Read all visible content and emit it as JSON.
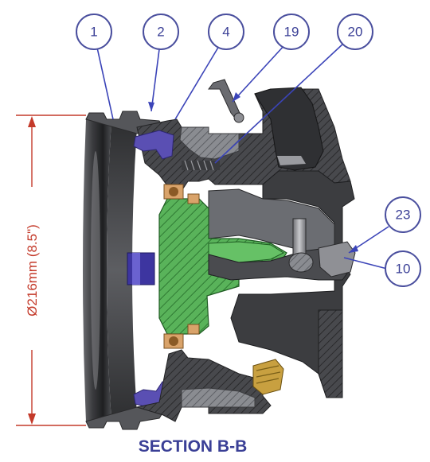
{
  "callouts": [
    {
      "label": "1"
    },
    {
      "label": "2"
    },
    {
      "label": "4"
    },
    {
      "label": "19"
    },
    {
      "label": "20"
    },
    {
      "label": "23"
    },
    {
      "label": "10"
    }
  ],
  "dimension": {
    "label": "Ø216mm (8.5\")"
  },
  "title": "SECTION B-B",
  "colors": {
    "callout": "#4a4f9e",
    "leader": "#3b44b8",
    "dimension": "#c43a2a",
    "body_dark": "#3a3a3c",
    "body_grey": "#7b7d82",
    "green_part": "#4ea64e",
    "seal_purple": "#5a4fb3",
    "bearing_tan": "#d9a36a",
    "brass": "#c8a040"
  }
}
